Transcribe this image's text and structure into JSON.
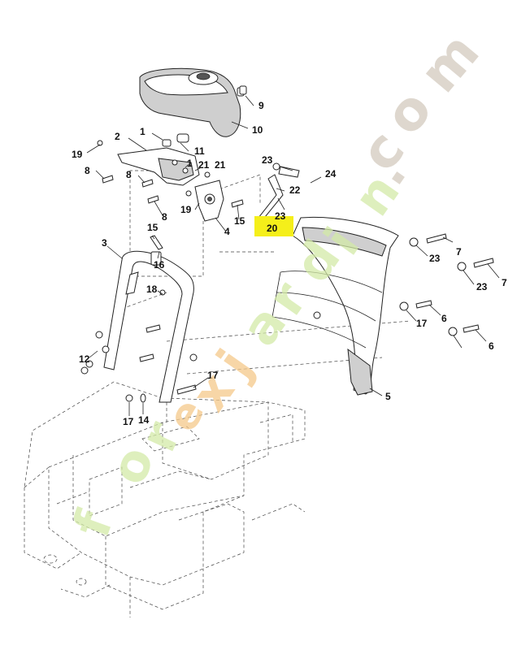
{
  "watermark": {
    "letters": [
      "f",
      "o",
      "r",
      "e",
      "x",
      "j",
      "a",
      "r",
      "d",
      "i",
      "n",
      ".",
      "c",
      "o",
      "m"
    ],
    "colors": {
      "green": "#d4eaa7",
      "orange": "#f5c98a",
      "grey": "#d3cabe"
    }
  },
  "highlight": {
    "label": "20",
    "color": "#f5ef1a"
  },
  "callouts": [
    {
      "id": "c1a",
      "text": "1"
    },
    {
      "id": "c1b",
      "text": "1"
    },
    {
      "id": "c2",
      "text": "2"
    },
    {
      "id": "c3",
      "text": "3"
    },
    {
      "id": "c4",
      "text": "4"
    },
    {
      "id": "c5",
      "text": "5"
    },
    {
      "id": "c6a",
      "text": "6"
    },
    {
      "id": "c6b",
      "text": "6"
    },
    {
      "id": "c7a",
      "text": "7"
    },
    {
      "id": "c7b",
      "text": "7"
    },
    {
      "id": "c8a",
      "text": "8"
    },
    {
      "id": "c8b",
      "text": "8"
    },
    {
      "id": "c8c",
      "text": "8"
    },
    {
      "id": "c9",
      "text": "9"
    },
    {
      "id": "c10",
      "text": "10"
    },
    {
      "id": "c11",
      "text": "11"
    },
    {
      "id": "c12",
      "text": "12"
    },
    {
      "id": "c14",
      "text": "14"
    },
    {
      "id": "c15a",
      "text": "15"
    },
    {
      "id": "c15b",
      "text": "15"
    },
    {
      "id": "c16",
      "text": "16"
    },
    {
      "id": "c17a",
      "text": "17"
    },
    {
      "id": "c17b",
      "text": "17"
    },
    {
      "id": "c17c",
      "text": "17"
    },
    {
      "id": "c18",
      "text": "18"
    },
    {
      "id": "c19a",
      "text": "19"
    },
    {
      "id": "c19b",
      "text": "19"
    },
    {
      "id": "c21a",
      "text": "21"
    },
    {
      "id": "c21b",
      "text": "21"
    },
    {
      "id": "c22",
      "text": "22"
    },
    {
      "id": "c23a",
      "text": "23"
    },
    {
      "id": "c23b",
      "text": "23"
    },
    {
      "id": "c23c",
      "text": "23"
    },
    {
      "id": "c23d",
      "text": "23"
    },
    {
      "id": "c24",
      "text": "24"
    }
  ]
}
